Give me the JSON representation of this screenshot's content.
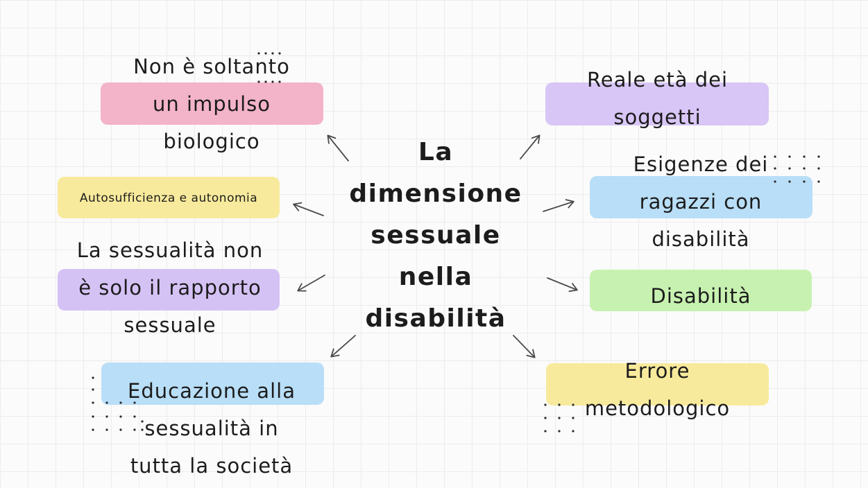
{
  "center": {
    "lines": [
      "La",
      "dimensione",
      "sessuale",
      "nella",
      "disabilità"
    ]
  },
  "left": [
    {
      "lines": [
        "Non è soltanto",
        "un impulso",
        "biologico"
      ],
      "color": "#f3b3c9"
    },
    {
      "lines": [
        "Autosufficienza e autonomia"
      ],
      "color": "#f8ea9c"
    },
    {
      "lines": [
        "La sessualità non",
        "è solo il rapporto",
        "sessuale"
      ],
      "color": "#d5c2f5"
    },
    {
      "lines": [
        "Educazione alla",
        "sessualità in",
        "tutta la società"
      ],
      "color": "#b9def7"
    }
  ],
  "right": [
    {
      "lines": [
        "Reale età dei",
        "soggetti"
      ],
      "color": "#d8c6f6"
    },
    {
      "lines": [
        "Esigenze dei",
        "ragazzi con",
        "disabilità"
      ],
      "color": "#b9def7"
    },
    {
      "lines": [
        "Disabilità"
      ],
      "color": "#c7f1b0"
    },
    {
      "lines": [
        "Errore",
        "metodologico"
      ],
      "color": "#f8ea9c"
    }
  ],
  "colors": {
    "arrow": "#4a4a4a",
    "text": "#1c1c1c"
  }
}
